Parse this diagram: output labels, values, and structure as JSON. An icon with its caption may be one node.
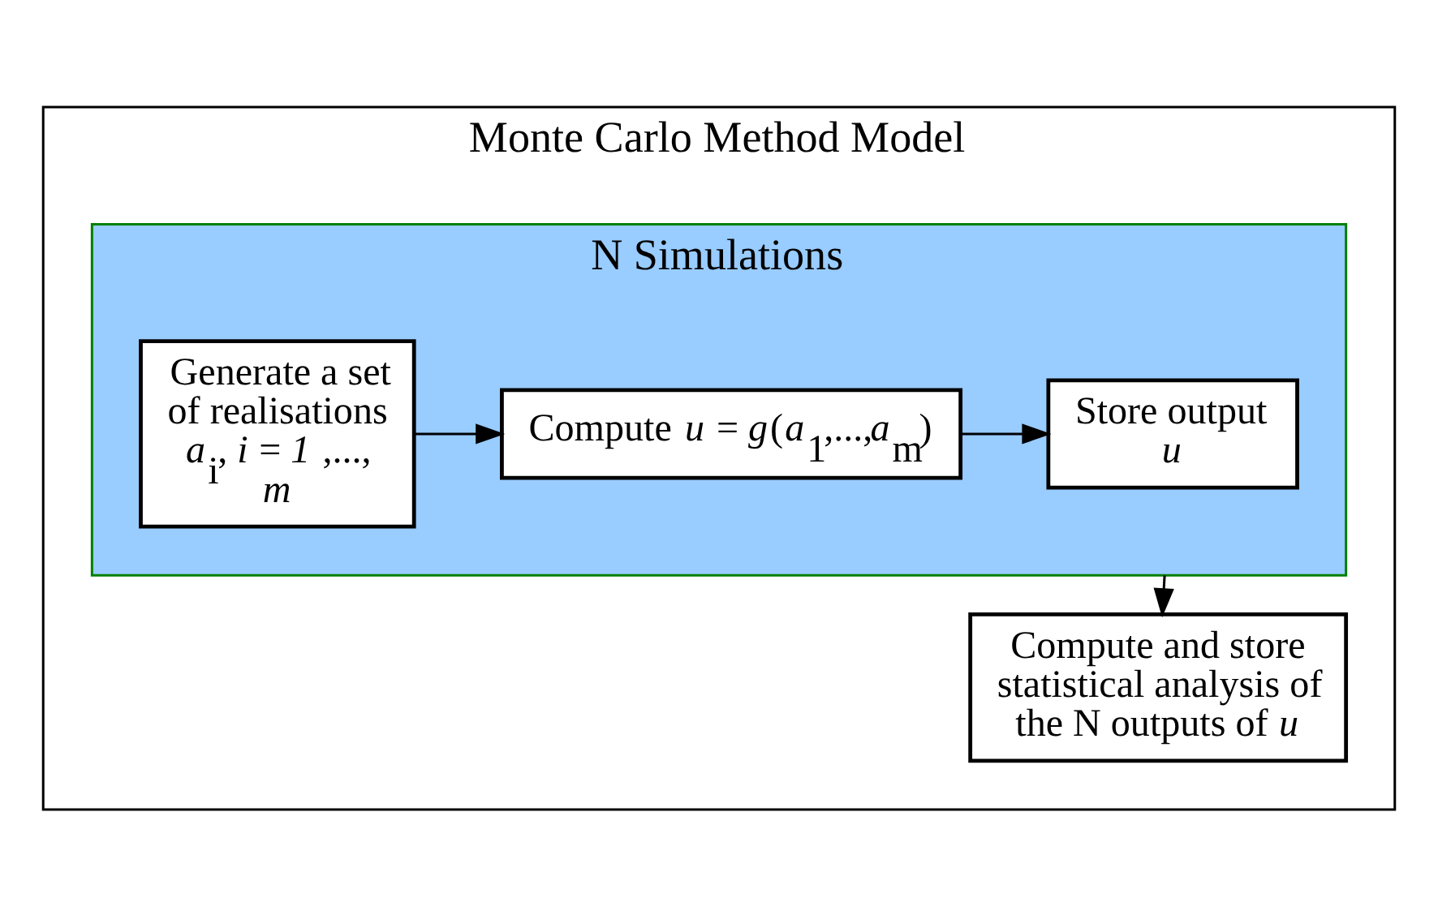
{
  "diagram": {
    "nodes": [
      {
        "text": [
          "Monte Carlo Method Model"
        ]
      },
      {
        "text": [
          "N Simulations"
        ],
        "in": 0
      },
      {
        "text": [
          "Generate a set of realisations *a*$_{i}$, *i* = *1* ,..., *m*"
        ],
        "in": 1
      },
      {
        "text": [
          "Compute *u* = *g*(*a*$_{1}$,...,*a*$_{m}$)"
        ],
        "in": 1
      },
      {
        "text": [
          "Store output *u*"
        ],
        "in": 1
      },
      {
        "text": [
          "Compute and store statistical analysis of the N outputs of *u*"
        ],
        "in": 0
      }
    ],
    "edges": [
      {
        "from": 2,
        "to": 3,
        "arrow": "to"
      },
      {
        "from": 3,
        "to": 4,
        "arrow": "to"
      },
      {
        "from": 1,
        "to": 5,
        "arrow": "to"
      }
    ]
  }
}
